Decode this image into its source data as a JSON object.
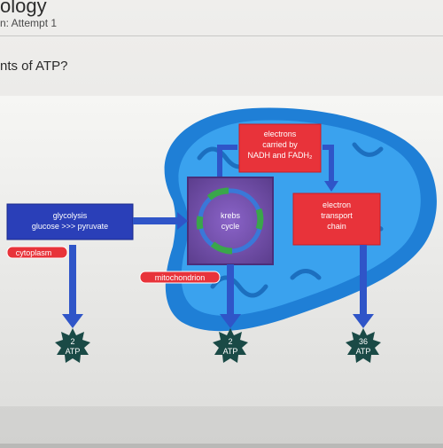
{
  "header": {
    "course_title": "ology",
    "attempt": "n: Attempt 1"
  },
  "question": {
    "text": "nts of ATP?"
  },
  "diagram": {
    "glycolysis": {
      "line1": "glycolysis",
      "line2": "glucose >>> pyruvate"
    },
    "cytoplasm_label": "cytoplasm",
    "mitochondrion_label": "mitochondrion",
    "krebs": {
      "line1": "krebs",
      "line2": "cycle"
    },
    "electrons_box": {
      "line1": "electrons",
      "line2": "carried by",
      "line3": "NADH and FADH₂"
    },
    "etc_box": {
      "line1": "electron",
      "line2": "transport",
      "line3": "chain"
    },
    "atp_outputs": [
      {
        "count": "2",
        "unit": "ATP"
      },
      {
        "count": "2",
        "unit": "ATP"
      },
      {
        "count": "36",
        "unit": "ATP"
      }
    ],
    "colors": {
      "mito_outer": "#1f7fd6",
      "mito_inner": "#3aa2ee",
      "box_blue": "#2a3fb8",
      "box_red": "#e8333a",
      "krebs_purple": "#6c4aa0",
      "arrow_blue": "#2f55c8",
      "cycle_green": "#3aa64a",
      "atp_star": "#1a4a46"
    }
  }
}
